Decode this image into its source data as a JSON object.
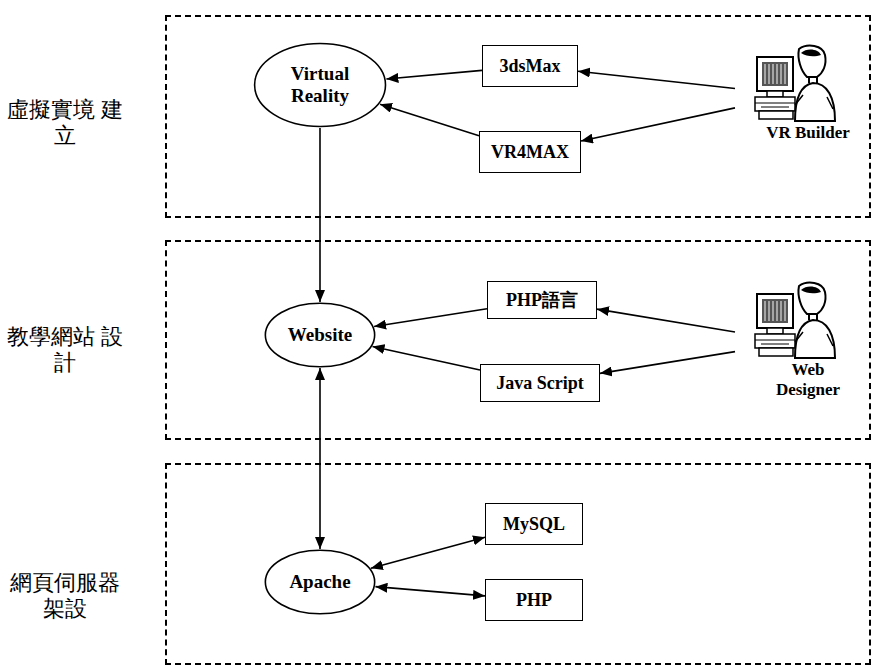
{
  "diagram": {
    "nodes": [
      {
        "text": [
          "虛擬實境 建立"
        ]
      },
      {
        "text": [
          "Virtual Reality"
        ],
        "in": 0
      },
      {
        "text": [
          "3dsMax"
        ],
        "in": 0
      },
      {
        "text": [
          "VR4MAX"
        ],
        "in": 0
      },
      {
        "text": [
          "VR Builder"
        ],
        "in": 0
      },
      {
        "text": [
          "教學網站 設計"
        ]
      },
      {
        "text": [
          "Website"
        ],
        "in": 5
      },
      {
        "text": [
          "PHP語言"
        ],
        "in": 5
      },
      {
        "text": [
          "Java Script"
        ],
        "in": 5
      },
      {
        "text": [
          "Web Designer"
        ],
        "in": 5
      },
      {
        "text": [
          "網頁伺服器 架設"
        ]
      },
      {
        "text": [
          "Apache"
        ],
        "in": 10
      },
      {
        "text": [
          "MySQL"
        ],
        "in": 10
      },
      {
        "text": [
          "PHP"
        ],
        "in": 10
      }
    ],
    "edges": [
      {
        "from": 2,
        "to": 1,
        "arrow": "to"
      },
      {
        "from": 3,
        "to": 1,
        "arrow": "to"
      },
      {
        "from": 4,
        "to": 2,
        "arrow": "to"
      },
      {
        "from": 4,
        "to": 3,
        "arrow": "to"
      },
      {
        "from": 1,
        "to": 6,
        "arrow": "to"
      },
      {
        "from": 7,
        "to": 6,
        "arrow": "to"
      },
      {
        "from": 8,
        "to": 6,
        "arrow": "to"
      },
      {
        "from": 9,
        "to": 7,
        "arrow": "to"
      },
      {
        "from": 9,
        "to": 8,
        "arrow": "to"
      },
      {
        "from": 6,
        "to": 11,
        "arrow": "both"
      },
      {
        "from": 11,
        "to": 12,
        "arrow": "both"
      },
      {
        "from": 11,
        "to": 13,
        "arrow": "both"
      }
    ]
  }
}
